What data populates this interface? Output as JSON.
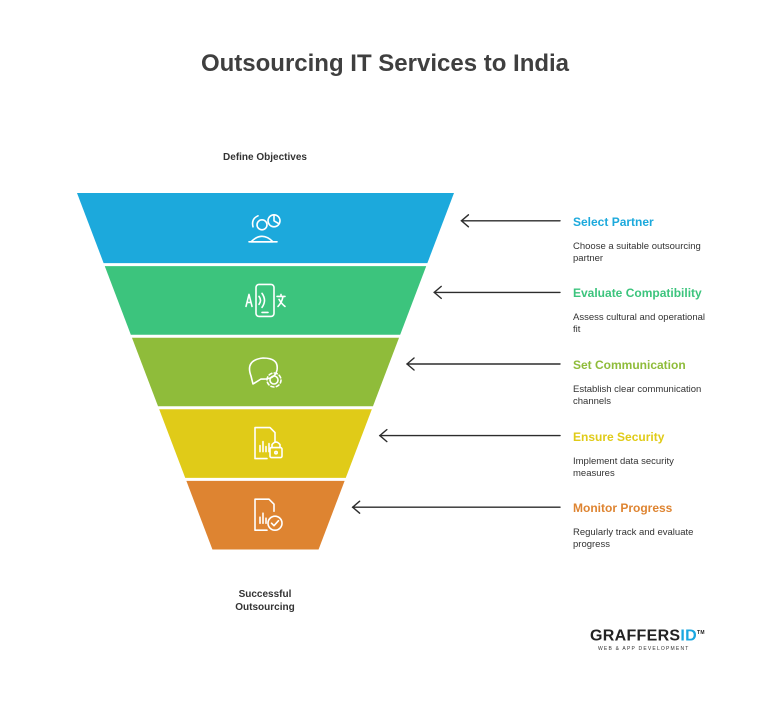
{
  "title": "Outsourcing IT Services to India",
  "top_label": "Define Objectives",
  "bottom_label_lines": [
    "Successful",
    "Outsourcing"
  ],
  "steps": [
    {
      "title": "Select Partner",
      "desc_lines": [
        "Choose a suitable outsourcing",
        "partner"
      ],
      "color": "#1ca9dc",
      "icon": "user-pie-chart-icon"
    },
    {
      "title": "Evaluate Compatibility",
      "desc_lines": [
        "Assess cultural and operational",
        "fit"
      ],
      "color": "#3cc47d",
      "icon": "phone-translate-icon"
    },
    {
      "title": "Set Communication",
      "desc_lines": [
        "Establish clear communication",
        "channels"
      ],
      "color": "#8fbc3a",
      "icon": "chat-gear-icon"
    },
    {
      "title": "Ensure Security",
      "desc_lines": [
        "Implement data security",
        "measures"
      ],
      "color": "#e0cb18",
      "icon": "document-lock-icon"
    },
    {
      "title": "Monitor Progress",
      "desc_lines": [
        "Regularly track and evaluate",
        "progress"
      ],
      "color": "#de8431",
      "icon": "document-check-icon"
    }
  ],
  "logo": {
    "text_main": "GRAFFERS",
    "text_id": "ID",
    "tm": "TM",
    "tagline": "WEB & APP DEVELOPMENT"
  }
}
